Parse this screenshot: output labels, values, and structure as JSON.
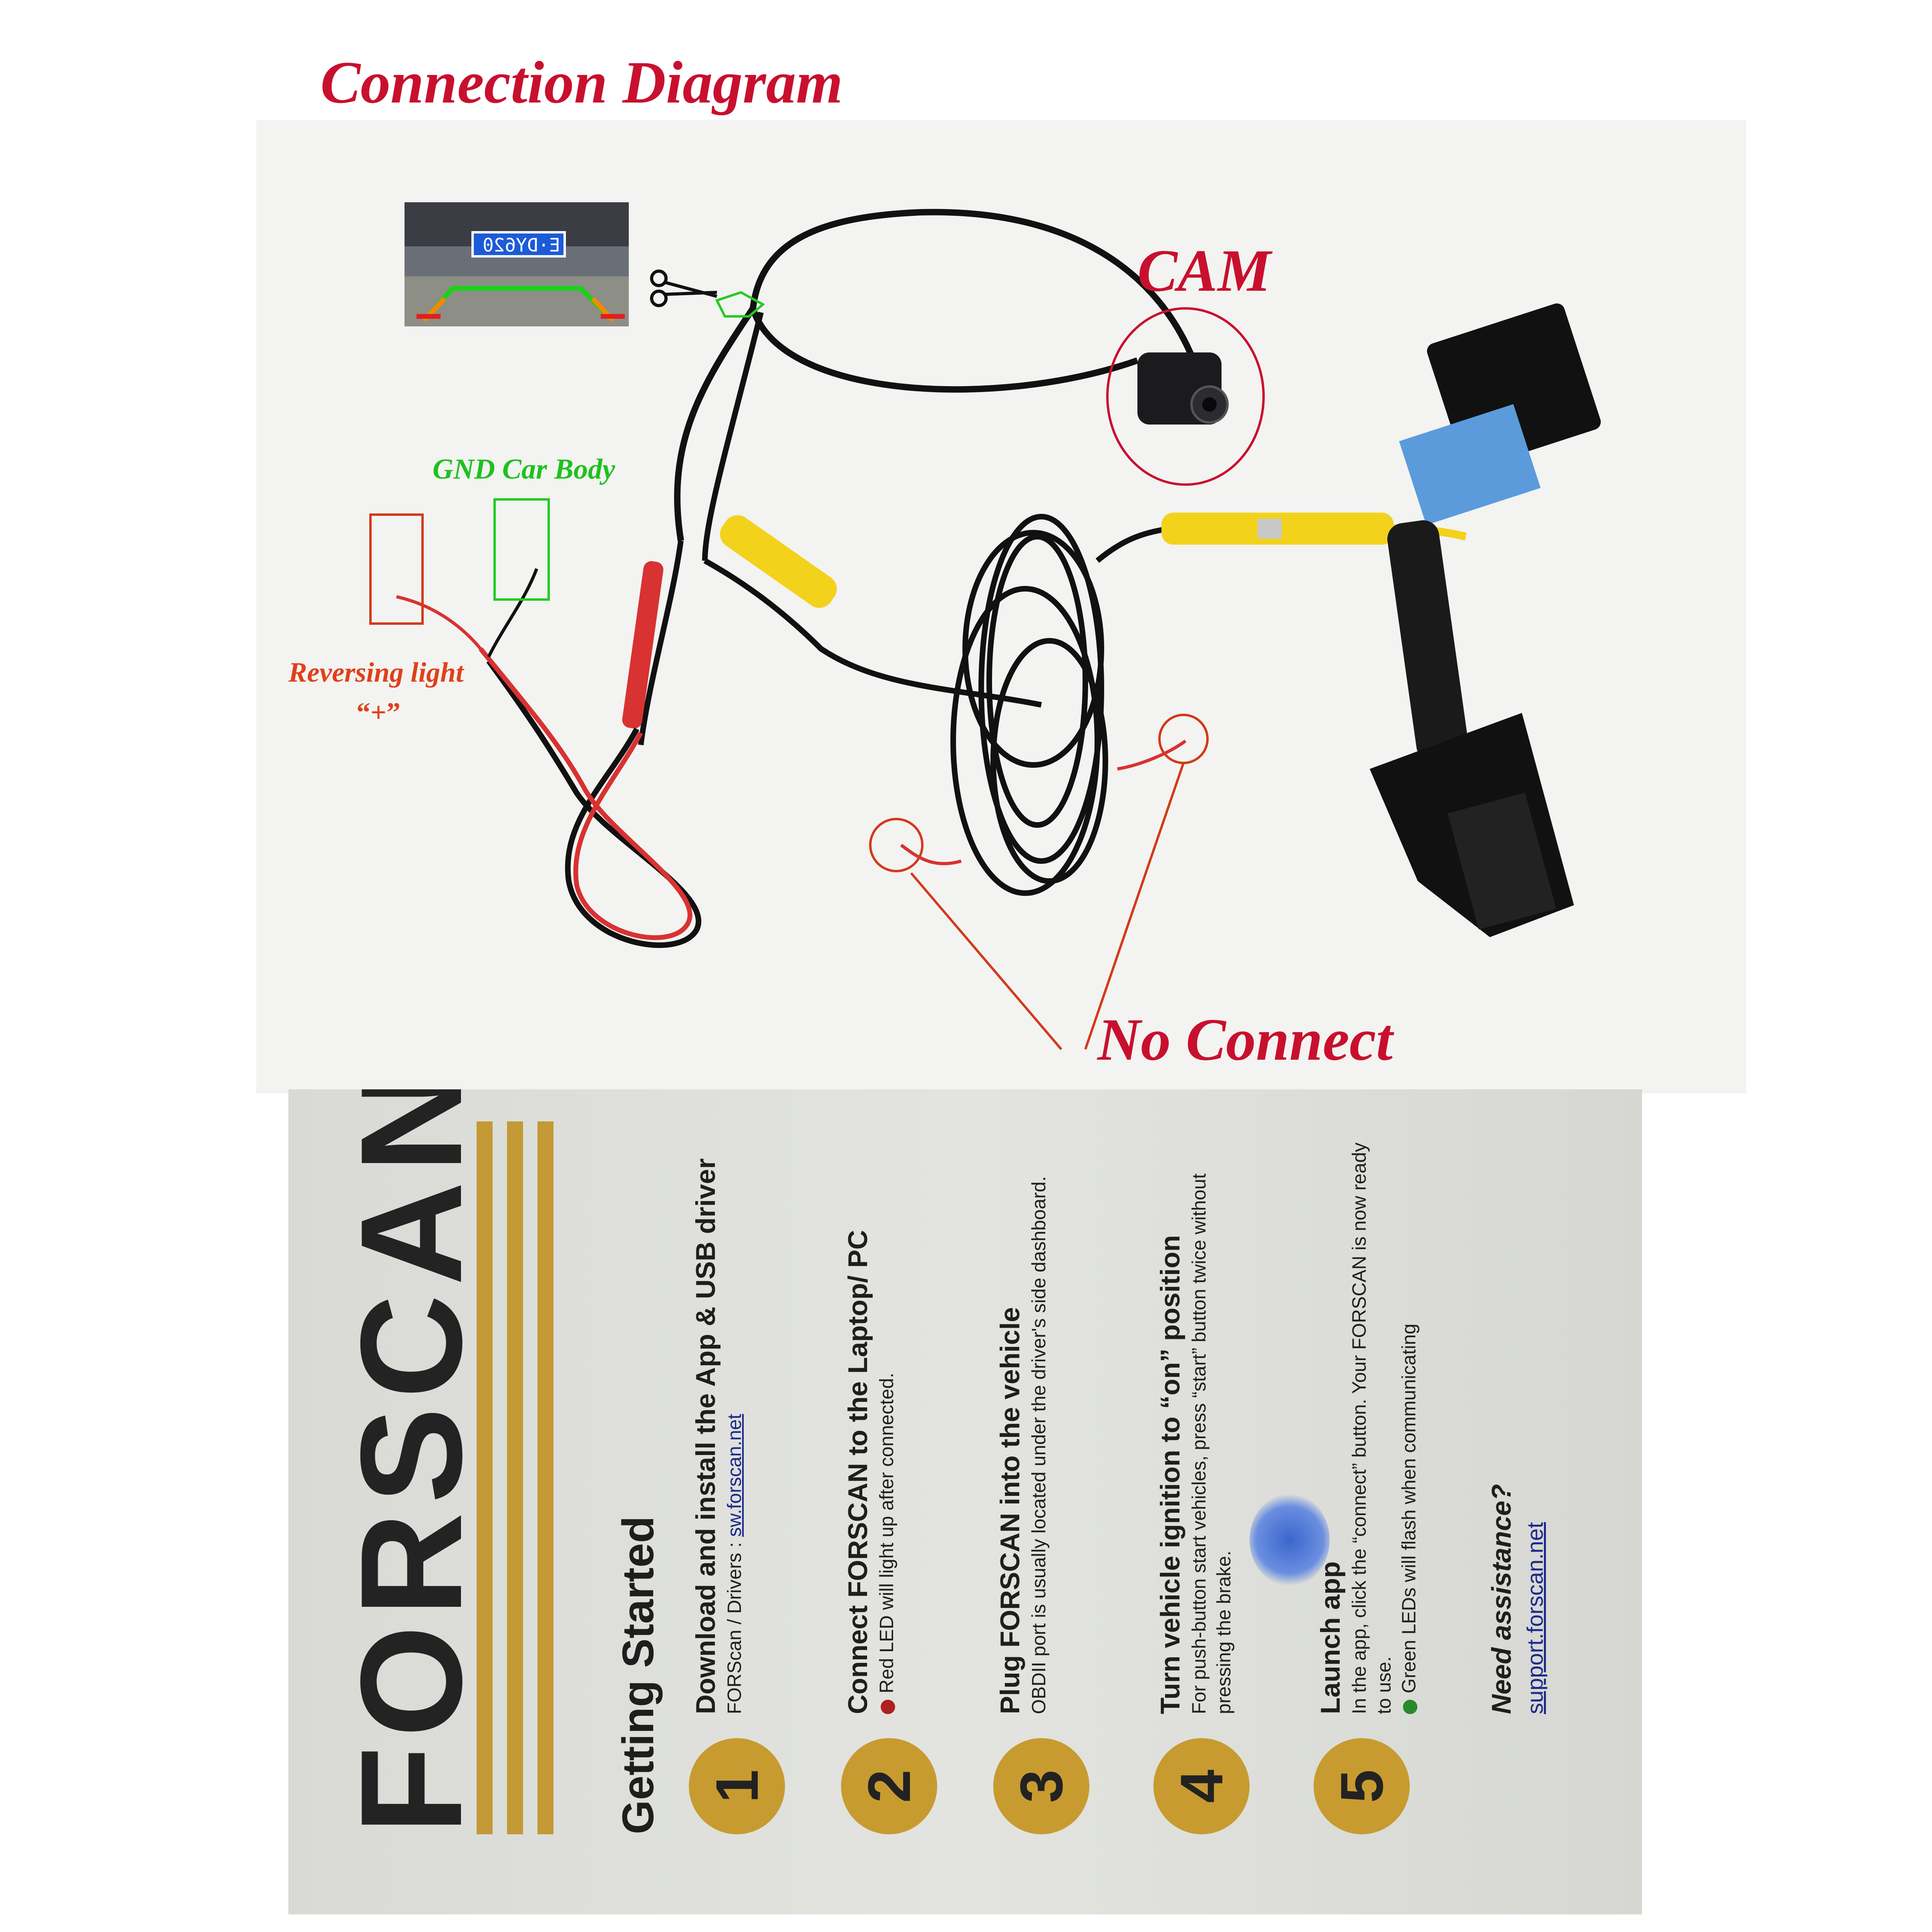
{
  "diagram": {
    "title": "Connection Diagram",
    "labels": {
      "cam": "CAM",
      "gnd": "GND Car Body",
      "reversing": "Reversing light",
      "plus": "“+”",
      "no_connect": "No Connect"
    },
    "plate_text": "E·DY620",
    "colors": {
      "label_red": "#c8102e",
      "label_green": "#1fc11f",
      "label_orange": "#e0401a",
      "connector_blue": "#5b9bdc",
      "rca_yellow": "#f2d21b"
    }
  },
  "card": {
    "brand": "FORSCAN",
    "heading": "Getting Started",
    "steps": [
      {
        "num": "1",
        "title": "Download and install the App & USB driver",
        "text": "FORScan / Drivers : ",
        "link": "sw.forscan.net"
      },
      {
        "num": "2",
        "title": "Connect FORSCAN to the Laptop/ PC",
        "text": "Red LED will light up after connected."
      },
      {
        "num": "3",
        "title": "Plug FORSCAN into the vehicle",
        "text": "OBDII port is usually located under the driver's side dashboard."
      },
      {
        "num": "4",
        "title": "Turn vehicle ignition to “on” position",
        "text": "For push-button start vehicles, press “start” button twice without pressing the brake."
      },
      {
        "num": "5",
        "title": "Launch app",
        "text": "In the app, click the “connect” button. Your FORSCAN is now ready to use.",
        "text2": "Green LEDs will flash when communicating"
      }
    ],
    "assist_title": "Need assistance?",
    "assist_link": "support.forscan.net"
  }
}
